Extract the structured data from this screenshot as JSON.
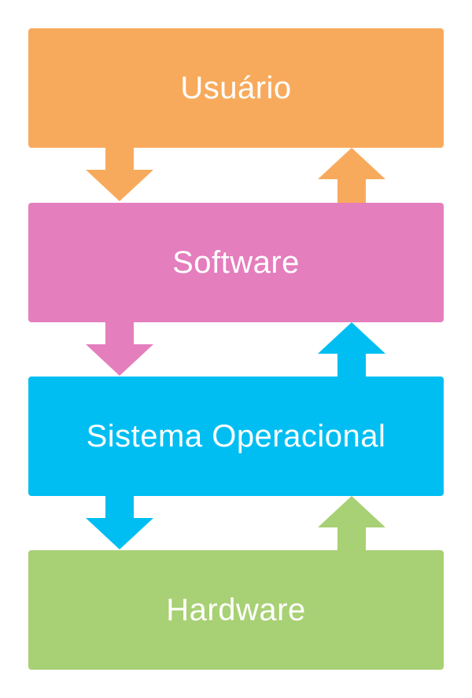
{
  "layers": [
    {
      "label": "Usuário",
      "color": "#F8AA5C"
    },
    {
      "label": "Software",
      "color": "#E47EBD"
    },
    {
      "label": "Sistema Operacional",
      "color": "#00BEF2"
    },
    {
      "label": "Hardware",
      "color": "#A8D074"
    }
  ],
  "arrows": {
    "down": [
      {
        "from": "Usuário",
        "to": "Software",
        "color": "#F8AA5C"
      },
      {
        "from": "Software",
        "to": "Sistema Operacional",
        "color": "#E47EBD"
      },
      {
        "from": "Sistema Operacional",
        "to": "Hardware",
        "color": "#00BEF2"
      }
    ],
    "up": [
      {
        "from": "Software",
        "to": "Usuário",
        "color": "#F8AA5C"
      },
      {
        "from": "Sistema Operacional",
        "to": "Software",
        "color": "#00BEF2"
      },
      {
        "from": "Hardware",
        "to": "Sistema Operacional",
        "color": "#A8D074"
      }
    ]
  }
}
